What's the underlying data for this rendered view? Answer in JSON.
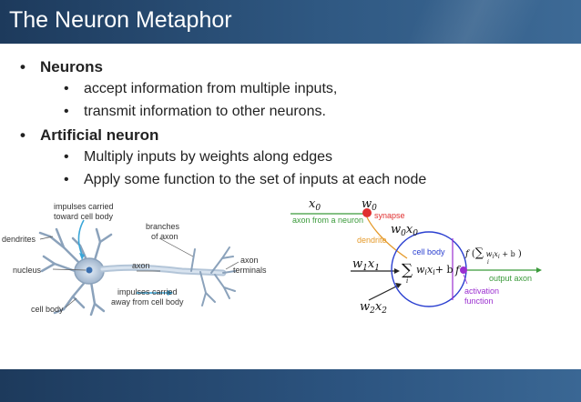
{
  "slide": {
    "title": "The Neuron Metaphor"
  },
  "bullets": {
    "b1": "Neurons",
    "b1_sub": [
      "accept information from multiple inputs,",
      "transmit information to other neurons."
    ],
    "b2": "Artificial neuron",
    "b2_sub": [
      "Multiply inputs by weights along edges",
      "Apply some function to the set of inputs at each node"
    ],
    "bullet_glyph": "•"
  },
  "bio_diagram": {
    "impulses_in": [
      "impulses carried",
      "toward cell body"
    ],
    "branches": [
      "branches",
      "of axon"
    ],
    "dendrites": "dendrites",
    "nucleus": "nucleus",
    "axon": "axon",
    "axon_terminals": [
      "axon",
      "terminals"
    ],
    "impulses_out": [
      "impulses carried",
      "away from cell body"
    ],
    "cell_body": "cell body"
  },
  "artificial_diagram": {
    "x0": "x",
    "x0_sub": "0",
    "w0": "w",
    "w0_sub": "0",
    "synapse": "synapse",
    "axon_from_neuron": "axon from a neuron",
    "w0x0": [
      "w",
      "0",
      "x",
      "0"
    ],
    "dendrite": "dendrite",
    "cell_body": "cell body",
    "w1x1": [
      "w",
      "1",
      "x",
      "1"
    ],
    "sum_expr": "w",
    "sum_i": "i",
    "sum_x": "x",
    "sum_b": "+ b",
    "f_label": "f",
    "activation_expr": "f",
    "output_axon": "output axon",
    "activation_function": [
      "activation",
      "function"
    ],
    "w2x2": [
      "w",
      "2",
      "x",
      "2"
    ],
    "colors": {
      "synapse": "#e03030",
      "axon_green": "#3b9a3b",
      "dendrite_orange": "#e59a2a",
      "cell_blue": "#2a3fd0",
      "activation_purple": "#9b30d0"
    }
  }
}
